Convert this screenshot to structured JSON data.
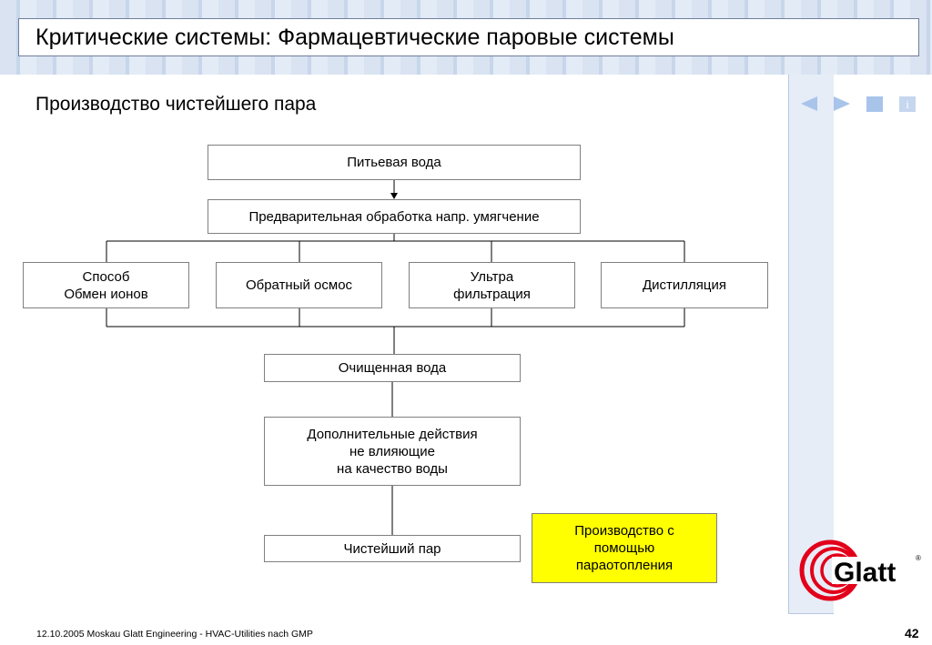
{
  "header": {
    "title": "Критические системы: Фармацевтические паровые системы"
  },
  "subtitle": "Производство чистейшего пара",
  "nodes": {
    "drinking_water": "Питьевая вода",
    "pretreatment": "Предварительная обработка напр. умягчение",
    "ion_exchange": "Способ\nОбмен ионов",
    "reverse_osmosis": "Обратный осмос",
    "ultrafiltration": "Ультра\nфильтрация",
    "distillation": "Дистилляция",
    "purified_water": "Очищенная вода",
    "additional_actions": "Дополнительные действия\nне влияющие\nна качество воды",
    "pure_steam": "Чистейший пар",
    "steam_heating": "Производство с\nпомощью\nпараотопления"
  },
  "footer": {
    "left": "12.10.2005 Moskau   Glatt Engineering - HVAC-Utilities nach GMP",
    "page": "42"
  },
  "nav_icons": [
    "back-arrow-icon",
    "forward-arrow-icon",
    "home-square-icon",
    "info-icon"
  ],
  "logo": {
    "text": "Glatt",
    "registered": "®"
  },
  "colors": {
    "accent_yellow": "#ffff00",
    "nav_blue": "#a9c4ea",
    "logo_red": "#e2001a"
  }
}
